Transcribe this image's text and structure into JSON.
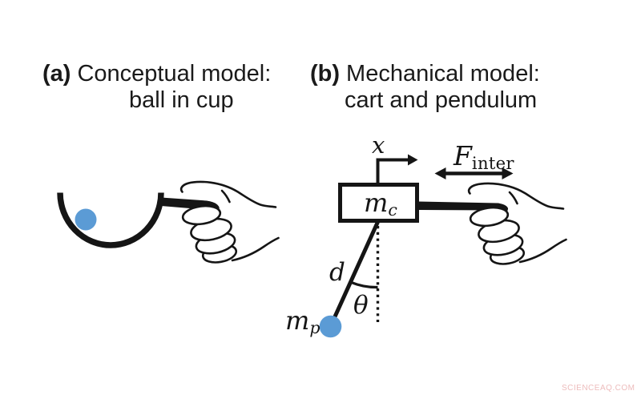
{
  "panel_a": {
    "tag": "(a)",
    "title": "Conceptual model:",
    "subtitle": "ball in cup"
  },
  "panel_b": {
    "tag": "(b)",
    "title": "Mechanical model:",
    "subtitle": "cart and pendulum"
  },
  "labels": {
    "position": "x",
    "force_symbol": "F",
    "force_subscript": "inter",
    "cart_mass_symbol": "m",
    "cart_mass_subscript": "c",
    "rod_length": "d",
    "angle": "θ",
    "pendulum_mass_symbol": "m",
    "pendulum_mass_subscript": "p"
  },
  "colors": {
    "ball": "#5b9bd5",
    "ink": "#151515",
    "watermark_text": "#edbcbc"
  },
  "watermark": "SCIENCEAQ.COM"
}
